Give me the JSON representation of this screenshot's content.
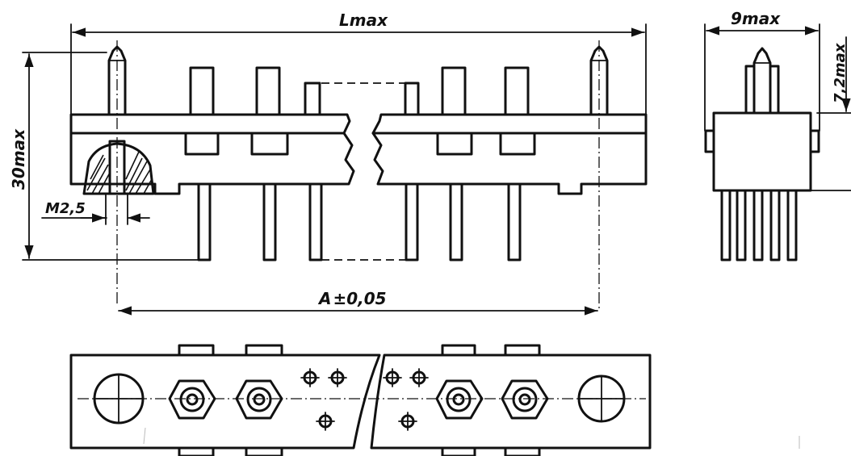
{
  "diagram": {
    "labels": {
      "overall_length": "Lmax",
      "side_width": "9max",
      "side_height": "7,2max",
      "total_height": "30max",
      "thread": "M2,5",
      "pin_spacing": "A",
      "pin_spacing_tolerance": "±0,05"
    },
    "views": [
      "front-view",
      "side-view",
      "top-view"
    ],
    "colors": {
      "ink": "#111111",
      "paper": "#ffffff"
    }
  }
}
